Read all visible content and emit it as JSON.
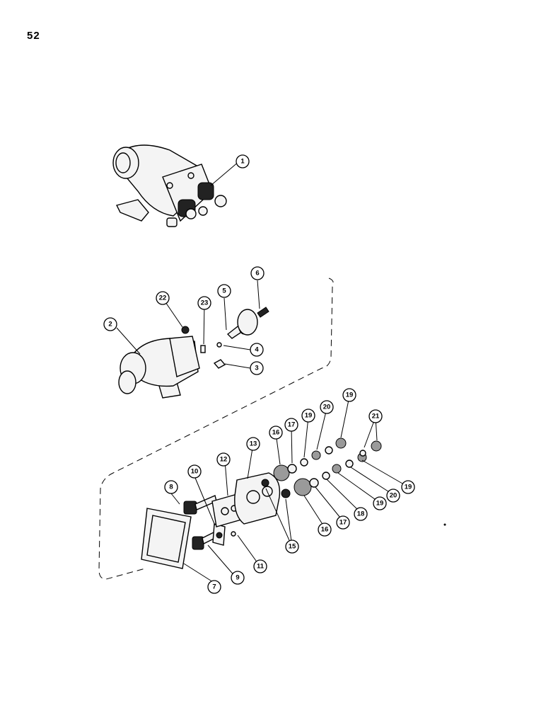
{
  "page": {
    "number": "52"
  },
  "callouts": [
    {
      "id": "c1",
      "label": "1"
    },
    {
      "id": "c2",
      "label": "2"
    },
    {
      "id": "c3",
      "label": "3"
    },
    {
      "id": "c4",
      "label": "4"
    },
    {
      "id": "c5",
      "label": "5"
    },
    {
      "id": "c6",
      "label": "6"
    },
    {
      "id": "c7",
      "label": "7"
    },
    {
      "id": "c8",
      "label": "8"
    },
    {
      "id": "c9",
      "label": "9"
    },
    {
      "id": "c10",
      "label": "10"
    },
    {
      "id": "c11",
      "label": "11"
    },
    {
      "id": "c12",
      "label": "12"
    },
    {
      "id": "c13",
      "label": "13"
    },
    {
      "id": "c15",
      "label": "15"
    },
    {
      "id": "c16a",
      "label": "16"
    },
    {
      "id": "c16b",
      "label": "16"
    },
    {
      "id": "c17a",
      "label": "17"
    },
    {
      "id": "c17b",
      "label": "17"
    },
    {
      "id": "c18",
      "label": "18"
    },
    {
      "id": "c19a",
      "label": "19"
    },
    {
      "id": "c19b",
      "label": "19"
    },
    {
      "id": "c19c",
      "label": "19"
    },
    {
      "id": "c19d",
      "label": "19"
    },
    {
      "id": "c20a",
      "label": "20"
    },
    {
      "id": "c20b",
      "label": "20"
    },
    {
      "id": "c21",
      "label": "21"
    },
    {
      "id": "c22",
      "label": "22"
    },
    {
      "id": "c23",
      "label": "23"
    }
  ]
}
